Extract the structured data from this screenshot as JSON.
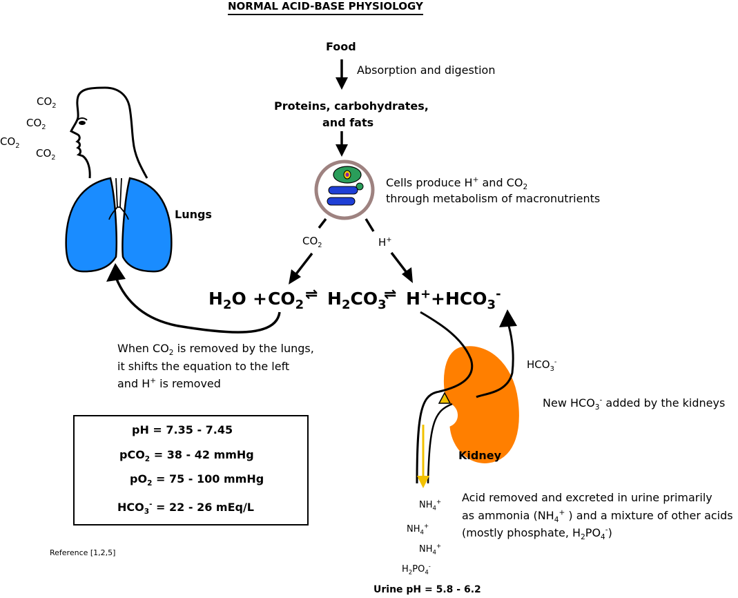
{
  "title": "NORMAL ACID-BASE PHYSIOLOGY",
  "food": {
    "label": "Food",
    "process": "Absorption and digestion"
  },
  "macros": {
    "line1": "Proteins, carbohydrates,",
    "line2": "and fats"
  },
  "cells": {
    "text_a": "Cells produce H",
    "sup_plus": "+",
    "text_b": " and CO",
    "sub_2": "2",
    "line2": "through metabolism of macronutrients"
  },
  "arrows": {
    "co2_main": "CO",
    "co2_sub": "2",
    "h_main": "H",
    "h_sup": "+"
  },
  "lungs": {
    "label": "Lungs",
    "co2_main": "CO",
    "co2_sub": "2"
  },
  "equation": {
    "h2o_a": "H",
    "h2o_sub": "2",
    "h2o_b": "O",
    "plus": "+",
    "co2_a": "CO",
    "co2_sub": "2",
    "eq_arrow": "⇌",
    "h2co3_a": "H",
    "h2co3_sub2": "2",
    "h2co3_b": "CO",
    "h2co3_sub3": "3",
    "hplus_a": "H",
    "hplus_sup": "+",
    "plus2": "+",
    "hco3_a": "HCO",
    "hco3_sub": "3",
    "hco3_sup": "-"
  },
  "lung_note": {
    "l1_a": "When CO",
    "l1_sub": "2",
    "l1_b": " is removed by the lungs,",
    "line2": "it shifts the equation to the left",
    "l3_a": "and H",
    "l3_sup": "+",
    "l3_b": " is removed"
  },
  "values": {
    "ph": "pH = 7.35 - 7.45",
    "pco2_a": "pCO",
    "pco2_sub": "2",
    "pco2_b": " = 38 - 42 mmHg",
    "po2_a": "pO",
    "po2_sub": "2",
    "po2_b": " = 75 - 100 mmHg",
    "hco3_a": "HCO",
    "hco3_sub": "3",
    "hco3_sup": "-",
    "hco3_b": " = 22 - 26 mEq/L"
  },
  "reference": "Reference [1,2,5]",
  "kidney": {
    "label": "Kidney",
    "hco3_main": "HCO",
    "hco3_sub": "3",
    "hco3_sup": "-",
    "new_a": "New HCO",
    "new_sub": "3",
    "new_sup": "-",
    "new_b": " added by the kidneys"
  },
  "acid_note": {
    "line1": "Acid removed and excreted in urine primarily",
    "l2_a": "as ammonia (NH",
    "l2_sub": "4",
    "l2_sup": "+",
    "l2_b": " ) and a mixture of other acids",
    "l3_a": "(mostly phosphate, H",
    "l3_sub2": "2",
    "l3_b": "PO",
    "l3_sub4": "4",
    "l3_sup": "-",
    "l3_c": ")"
  },
  "urine": {
    "nh4_main": "NH",
    "nh4_sub": "4",
    "nh4_sup": "+",
    "h2po4_a": "H",
    "h2po4_sub2": "2",
    "h2po4_b": "PO",
    "h2po4_sub4": "4",
    "h2po4_sup": "-",
    "ph": "Urine pH = 5.8 - 6.2"
  },
  "colors": {
    "lung_blue": "#1a8cff",
    "kidney_orange": "#ff7f00",
    "urine_yellow": "#f2c100",
    "cell_border": "#9e8280",
    "organelle_blue": "#1f3fd6",
    "nucleus_green": "#2a9d5a"
  }
}
